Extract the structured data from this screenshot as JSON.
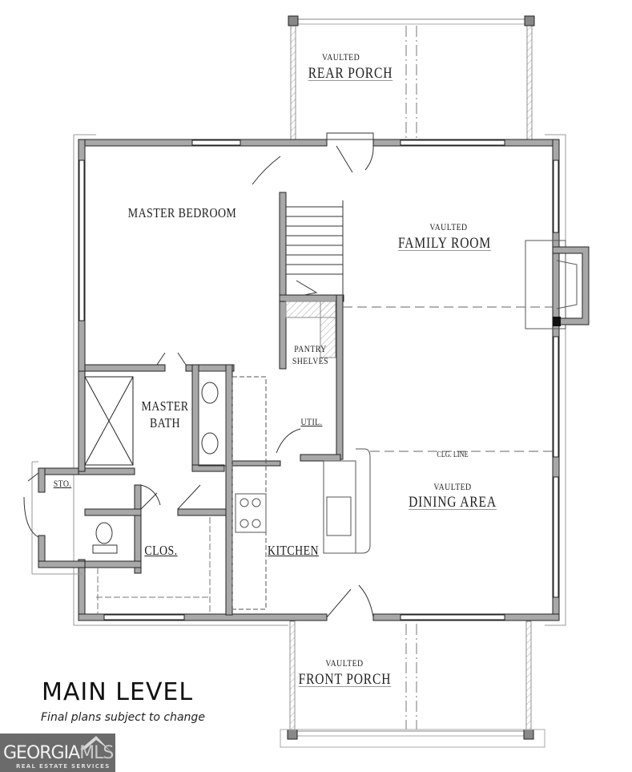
{
  "plan": {
    "title": "MAIN LEVEL",
    "subtitle": "Final plans subject to change"
  },
  "rooms": {
    "rear_porch": {
      "qualifier": "VAULTED",
      "name": "REAR PORCH"
    },
    "master_bedroom": {
      "name": "MASTER BEDROOM"
    },
    "family_room": {
      "qualifier": "VAULTED",
      "name": "FAMILY ROOM"
    },
    "pantry": {
      "line1": "PANTRY",
      "line2": "SHELVES"
    },
    "master_bath": {
      "line1": "MASTER",
      "line2": "BATH"
    },
    "util": {
      "name": "UTIL."
    },
    "ceiling_line": {
      "name": "CLG. LINE"
    },
    "dining_area": {
      "qualifier": "VAULTED",
      "name": "DINING AREA"
    },
    "storage": {
      "name": "STO."
    },
    "closet": {
      "name": "CLOS."
    },
    "kitchen": {
      "name": "KITCHEN"
    },
    "front_porch": {
      "qualifier": "VAULTED",
      "name": "FRONT PORCH"
    }
  },
  "logo": {
    "brand_main": "GEORGIA",
    "brand_accent": "MLS",
    "tagline": "REAL ESTATE SERVICES"
  },
  "colors": {
    "wall_fill": "#a8a8a8",
    "wall_stroke": "#222222",
    "logo_bg": "#6b6b6b"
  }
}
